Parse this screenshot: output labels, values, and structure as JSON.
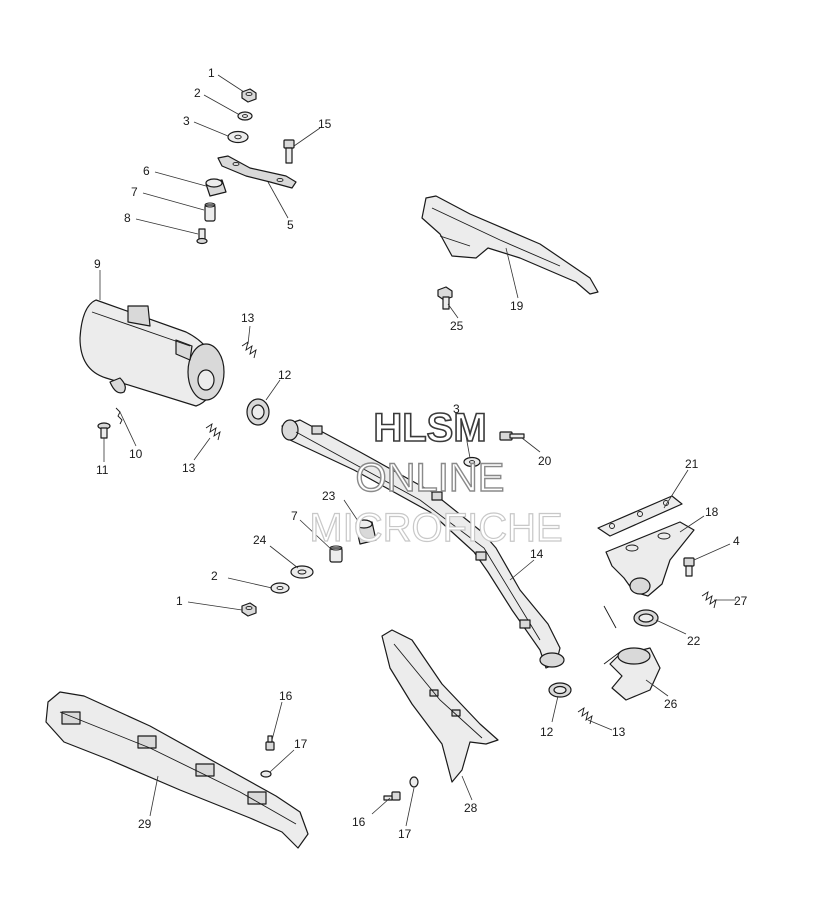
{
  "diagram": {
    "callouts": {
      "c1a": "1",
      "c2a": "2",
      "c3a": "3",
      "c15": "15",
      "c6": "6",
      "c7a": "7",
      "c8": "8",
      "c5": "5",
      "c9": "9",
      "c13a": "13",
      "c12a": "12",
      "c10": "10",
      "c11": "11",
      "c13b": "13",
      "c3b": "3",
      "c20": "20",
      "c23": "23",
      "c7b": "7",
      "c24": "24",
      "c2b": "2",
      "c1b": "1",
      "c14": "14",
      "c21": "21",
      "c18": "18",
      "c4": "4",
      "c27": "27",
      "c22": "22",
      "c26": "26",
      "c12b": "12",
      "c13c": "13",
      "c19": "19",
      "c25": "25",
      "c16a": "16",
      "c17a": "17",
      "c29": "29",
      "c16b": "16",
      "c17b": "17",
      "c28": "28"
    },
    "watermark": {
      "line1": "HLSM",
      "line2": "ONLINE",
      "line3": "MICROFICHE"
    }
  }
}
